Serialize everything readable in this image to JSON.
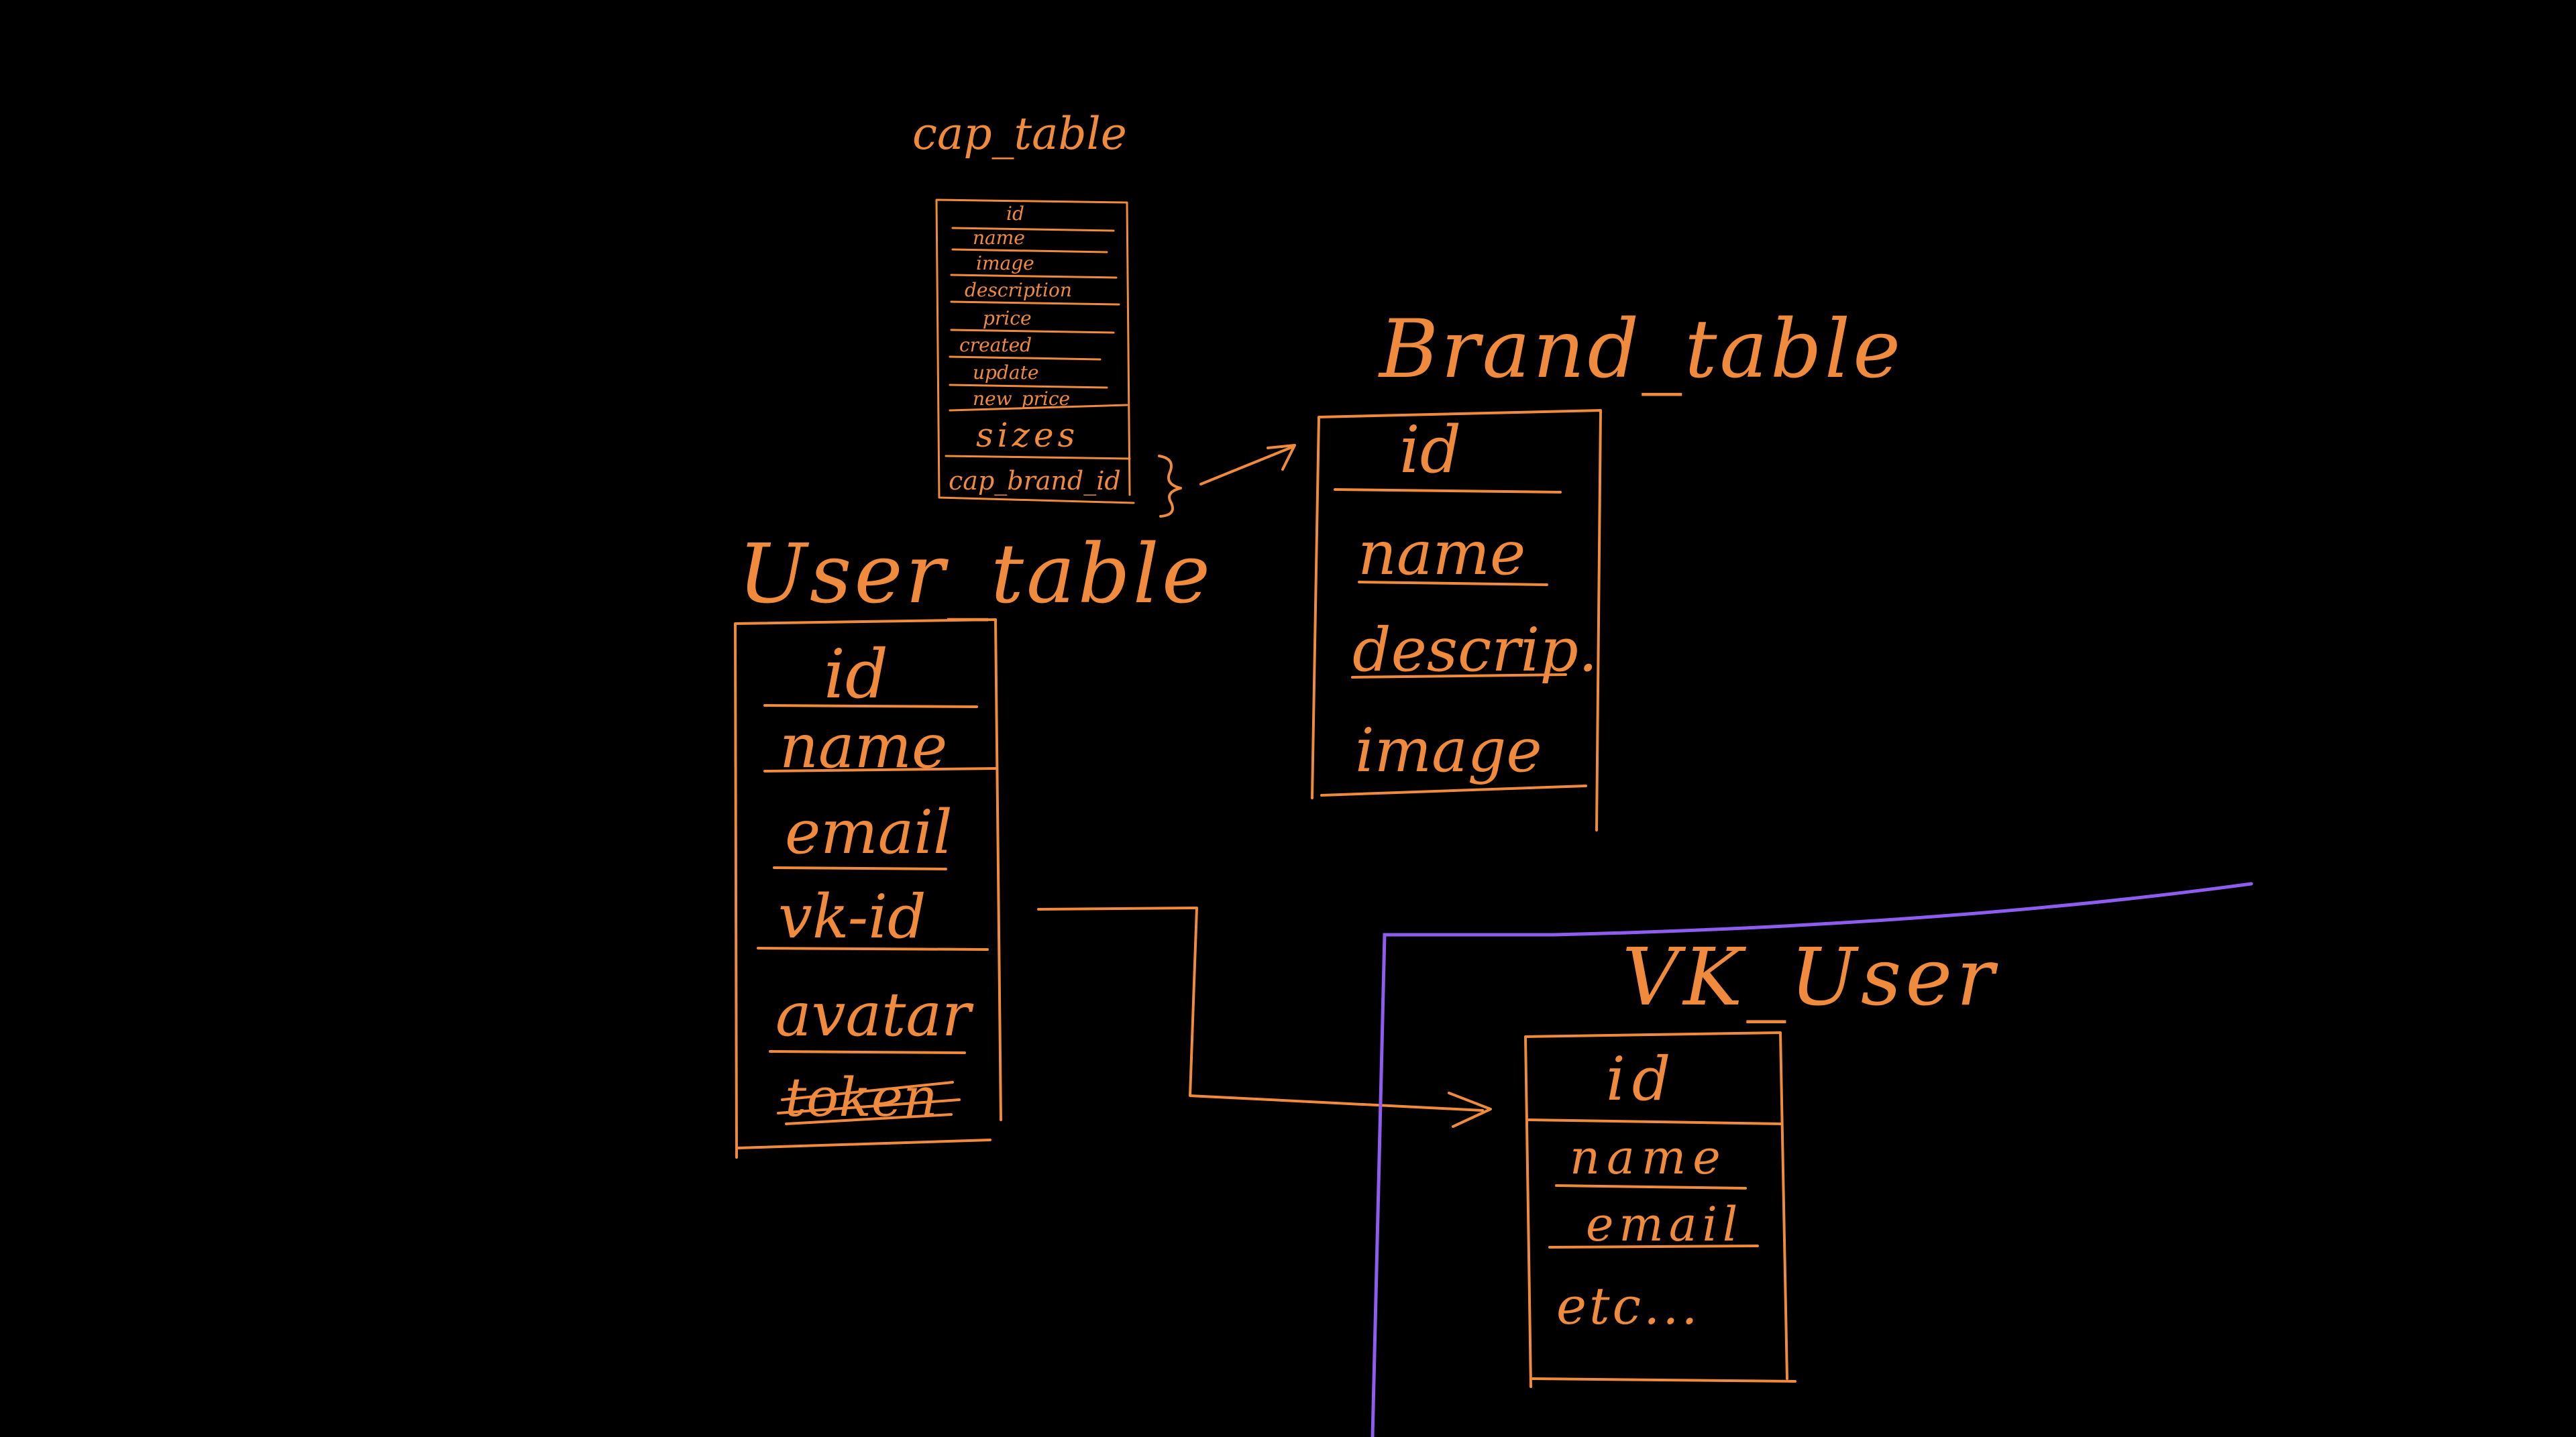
{
  "tables": {
    "cap": {
      "title": "cap_table",
      "fields": [
        "id",
        "name",
        "image",
        "description",
        "price",
        "created",
        "update",
        "new_price",
        "sizes",
        "cap_brand_id"
      ]
    },
    "brand": {
      "title": "Brand_table",
      "fields": [
        "id",
        "name",
        "descrip.",
        "image"
      ]
    },
    "user": {
      "title": "User_table",
      "fields": [
        "id",
        "name",
        "email",
        "vk-id",
        "avatar",
        "token"
      ],
      "struck_fields": [
        "token"
      ]
    },
    "vk_user": {
      "title": "VK_User",
      "fields": [
        "id",
        "name",
        "email",
        "etc..."
      ]
    }
  },
  "colors": {
    "background": "#000000",
    "ink": "#f08a3c",
    "divider": "#8f5cf0"
  }
}
